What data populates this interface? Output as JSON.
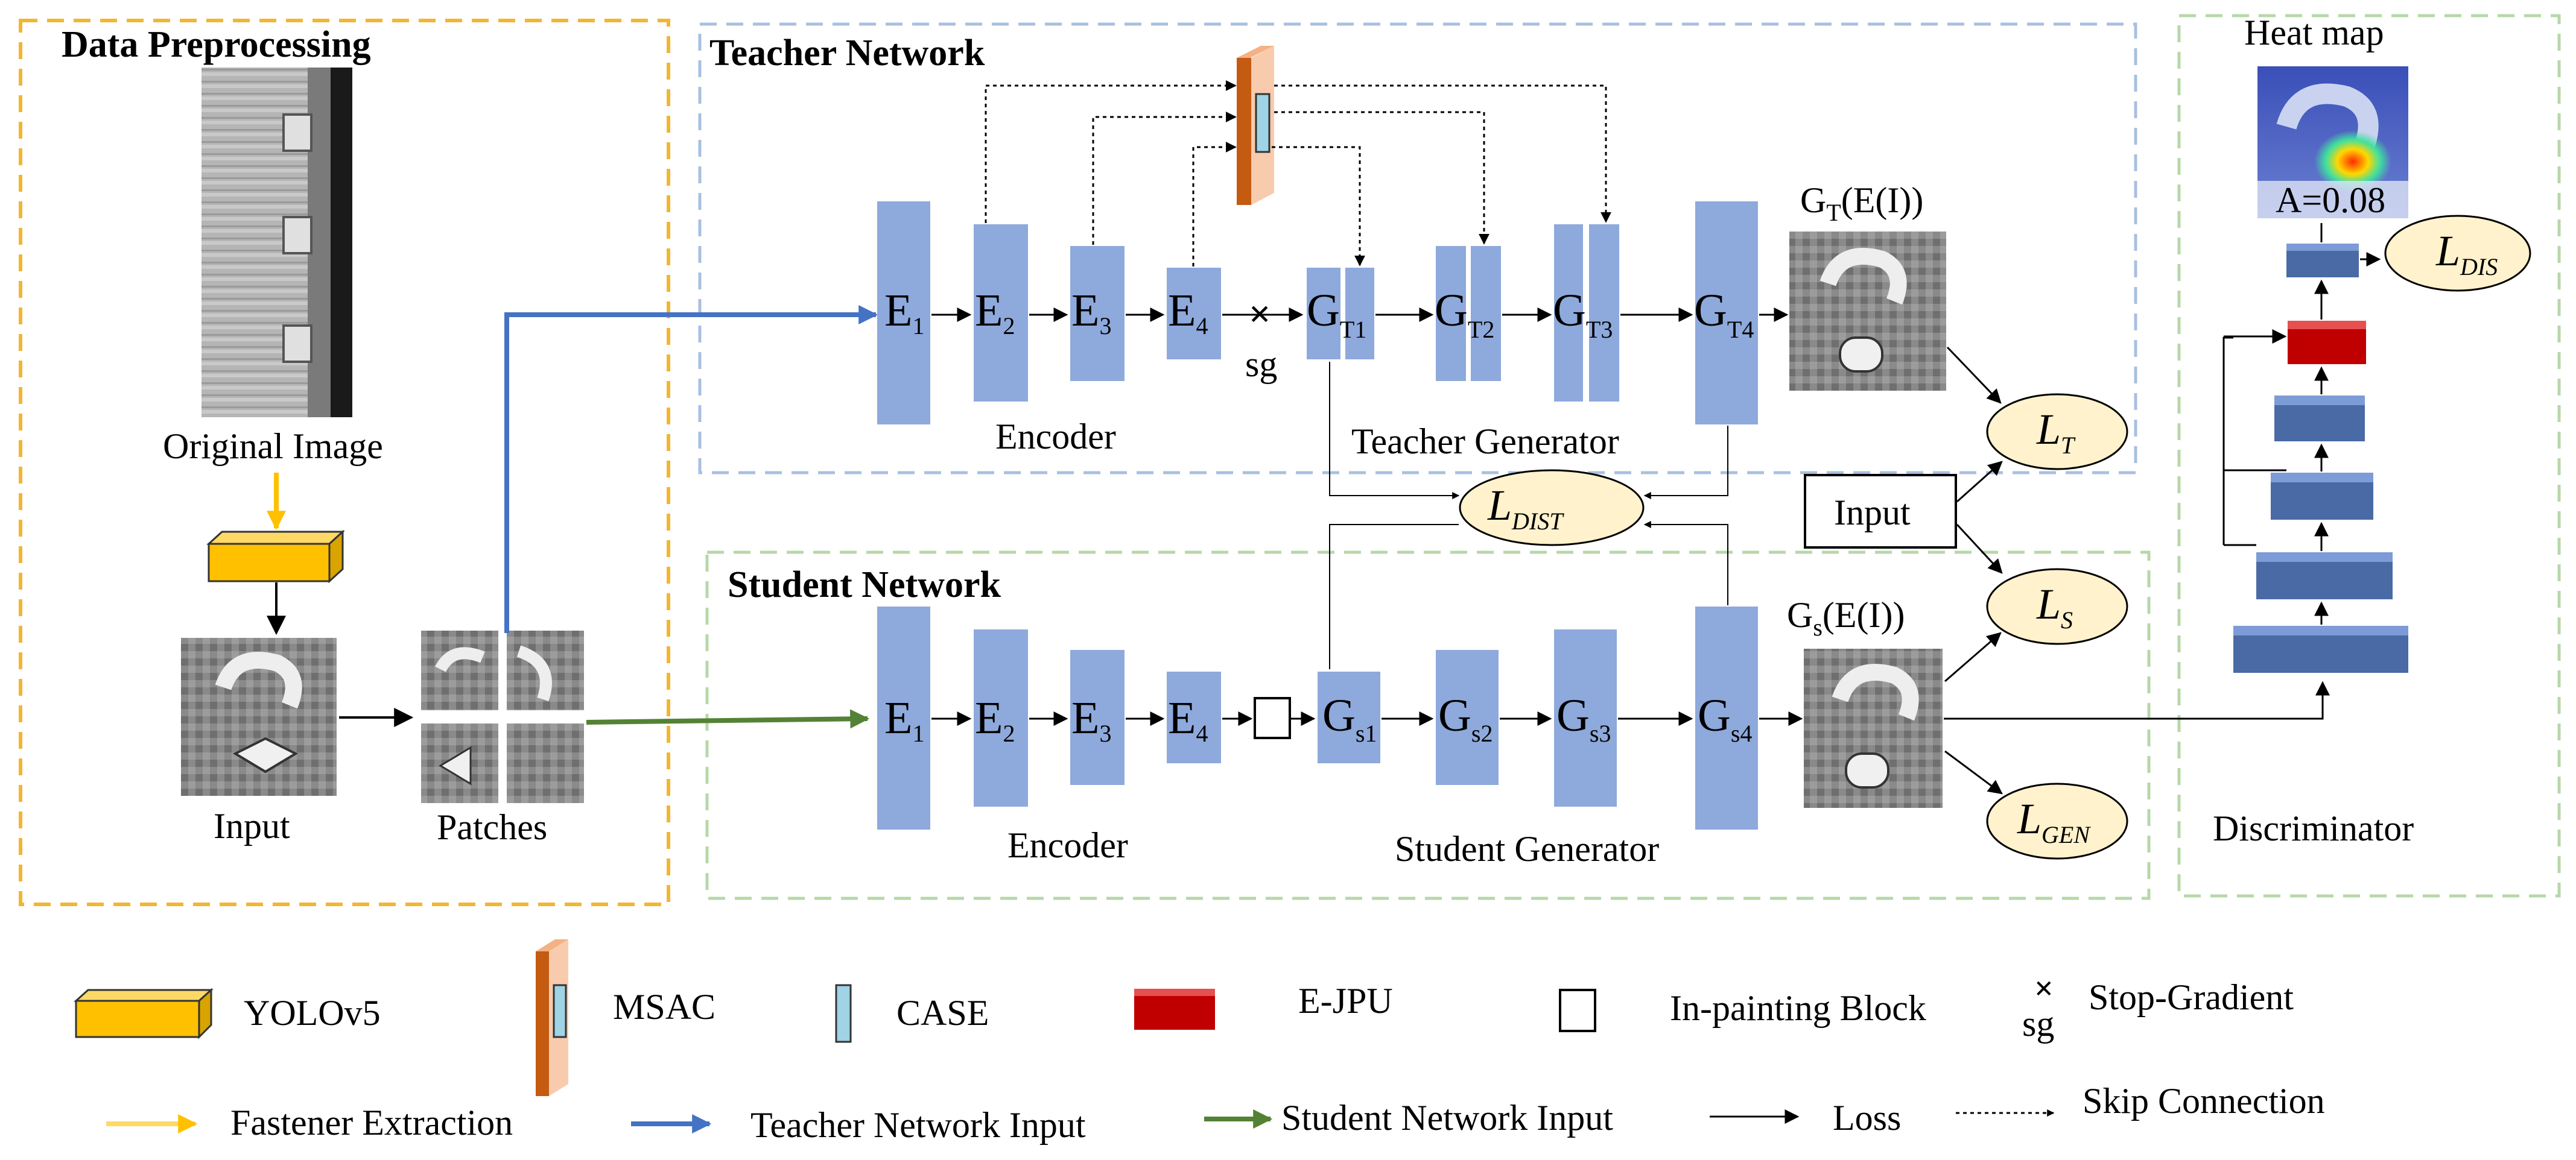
{
  "sections": {
    "preprocess_title": "Data Preprocessing",
    "teacher_title": "Teacher Network",
    "student_title": "Student Network",
    "heatmap_title": "Heat map",
    "discriminator_label": "Discriminator"
  },
  "preprocess": {
    "original_image": "Original Image",
    "input": "Input",
    "patches": "Patches"
  },
  "teacher": {
    "encoder_blocks": [
      "E",
      "E",
      "E",
      "E"
    ],
    "encoder_subs": [
      "1",
      "2",
      "3",
      "4"
    ],
    "generator_main": [
      "G",
      "G",
      "G",
      "G"
    ],
    "generator_subs": [
      "T1",
      "T2",
      "T3",
      "T4"
    ],
    "stop_gradient_mark": "×",
    "stop_gradient_label": "sg",
    "encoder_label": "Encoder",
    "generator_label": "Teacher Generator",
    "output_main": "G",
    "output_sub": "T",
    "output_rest": "(E(I))"
  },
  "student": {
    "encoder_blocks": [
      "E",
      "E",
      "E",
      "E"
    ],
    "encoder_subs": [
      "1",
      "2",
      "3",
      "4"
    ],
    "generator_main": [
      "G",
      "G",
      "G",
      "G"
    ],
    "generator_subs": [
      "s1",
      "s2",
      "s3",
      "s4"
    ],
    "encoder_label": "Encoder",
    "generator_label": "Student Generator",
    "output_main": "G",
    "output_sub": "s",
    "output_rest": "(E(I))"
  },
  "losses": {
    "l": "L",
    "dist_sub": "DIST",
    "t_sub": "T",
    "s_sub": "S",
    "gen_sub": "GEN",
    "dis_sub": "DIS"
  },
  "input_box": "Input",
  "heatmap_score": "A=0.08",
  "legend": {
    "yolo": "YOLOv5",
    "msac": "MSAC",
    "case": "CASE",
    "ejpu": "E-JPU",
    "inpainting": "In-painting Block",
    "stop_grad_mark": "×",
    "stop_grad_sg": "sg",
    "stop_gradient": "Stop-Gradient",
    "fastener": "Fastener Extraction",
    "teacher_input": "Teacher Network Input",
    "student_input": "Student Network Input",
    "loss": "Loss",
    "skip": "Skip Connection"
  },
  "colors": {
    "block_blue": "#8ea9db",
    "yellow_dash": "#f2b632",
    "blue_dash": "#a8c0e0",
    "green_dash": "#b7d7a8",
    "teacher_arrow": "#4472c4",
    "student_arrow": "#548235",
    "yolo_yellow": "#ffc000",
    "msac_orange": "#c55a11",
    "case_cyan": "#9fd3e6",
    "ejpu_red": "#c00000",
    "loss_fill": "#fff2cc"
  }
}
